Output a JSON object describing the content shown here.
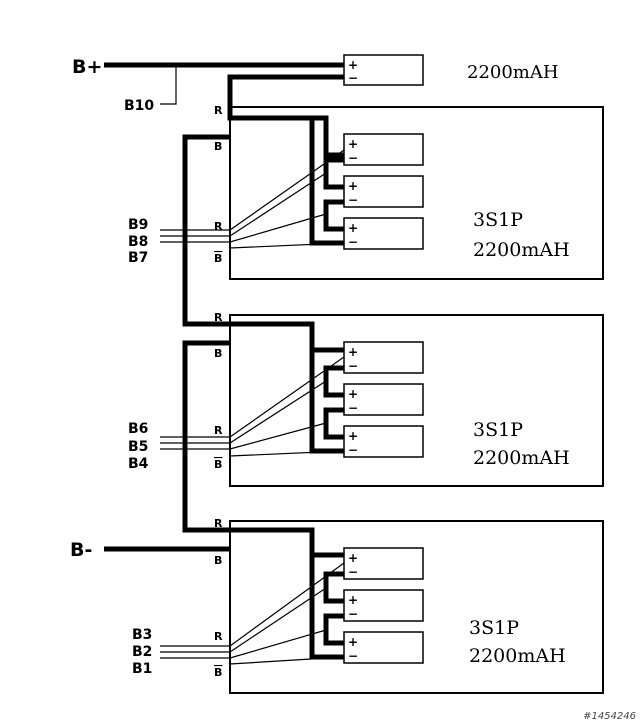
{
  "terminals": {
    "b_plus": "B+",
    "b_minus": "B-",
    "b10": "B10",
    "pack1_balance": [
      "B9",
      "B8",
      "B7"
    ],
    "pack2_balance": [
      "B6",
      "B5",
      "B4"
    ],
    "pack3_balance": [
      "B3",
      "B2",
      "B1"
    ]
  },
  "top_cell": {
    "capacity": "2200mAH",
    "plus": "+",
    "minus": "−"
  },
  "pack_markers": {
    "r": "R",
    "b": "B"
  },
  "packs": [
    {
      "config": "3S1P",
      "capacity": "2200mAH"
    },
    {
      "config": "3S1P",
      "capacity": "2200mAH"
    },
    {
      "config": "3S1P",
      "capacity": "2200mAH"
    }
  ],
  "cell_marks": {
    "plus": "+",
    "minus": "−"
  },
  "watermark": "#1454246"
}
